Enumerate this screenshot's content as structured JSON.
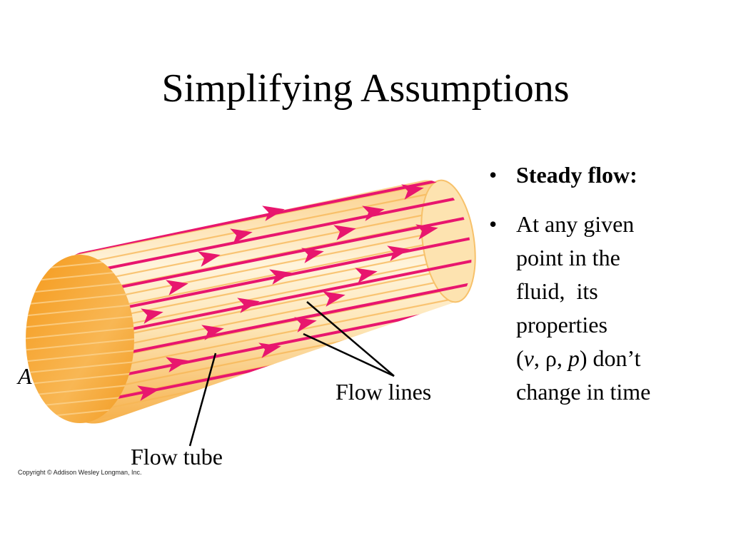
{
  "slide": {
    "title": "Simplifying Assumptions"
  },
  "figure": {
    "area_label": "A",
    "flow_lines_label": "Flow lines",
    "flow_tube_label": "Flow tube",
    "copyright": "Copyright © Addison Wesley Longman, Inc.",
    "colors": {
      "tube_fill": "#fbd89a",
      "tube_stripe": "#f7b654",
      "end_cap": "#f5a623",
      "flow_line": "#e8166e"
    }
  },
  "bullets": {
    "item1": "Steady flow:",
    "item2_lines": [
      "At any given",
      "point in the",
      "fluid,  its",
      "properties"
    ],
    "item2_open": "(",
    "item2_v": "v",
    "item2_sep1": ", ρ, ",
    "item2_p": "p",
    "item2_close": ") don’t",
    "item2_last": "change in time"
  }
}
